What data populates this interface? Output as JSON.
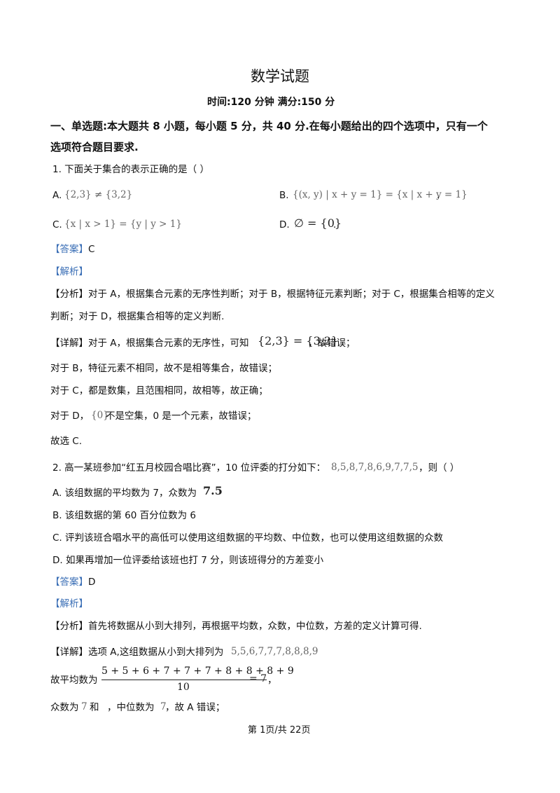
{
  "doc": {
    "title": "数学试题",
    "time_info": "时间:120 分钟  满分:150 分",
    "section1": {
      "line1": "一、单选题:本大题共 8 小题，每小题 5 分，共 40 分.在每小题给出的四个选项中，只有一个",
      "line2": "选项符合题目要求."
    },
    "q1": {
      "stem": "1.  下面关于集合的表示正确的是（      ）",
      "optA_label": "A.",
      "optA_math": "{2,3} ≠ {3,2}",
      "optB_label": "B.",
      "optB_math": "{(x, y) | x + y = 1} = {x | x + y = 1}",
      "optB_end": ".",
      "optC_label": "C.",
      "optC_math": "{x | x > 1} = {y | y > 1}",
      "optD_label": "D.",
      "optD_math": "∅ = {0}",
      "optD_end": ".",
      "answer_tag": "【答案】",
      "answer": "C",
      "analysis_tag": "【解析】",
      "fenxi_tag": "【分析】",
      "fenxi_1": "对于 A，根据集合元素的无序性判断；对于 B，根据特征元素判断；对于 C，根据集合相等的定义",
      "fenxi_2": "判断；对于 D，根据集合相等的定义判断.",
      "xiangjie_tag": "【详解】",
      "xj_a1": "对于 A，根据集合元素的无序性，可知",
      "xj_a_math": "{2,3} = {3,2}",
      "xj_a2": "，故错误；",
      "xj_b": "对于 B，特征元素不相同，故不是相等集合，故错误；",
      "xj_c": "对于 C，都是数集，且范围相同，故相等，故正确；",
      "xj_d1": "对于 D，",
      "xj_d_math": "{0}",
      "xj_d2": "不是空集，0 是一个元素，故错误；",
      "conclusion": "故选 C."
    },
    "q2": {
      "stem1": "2.  高一某班参加“红五月校园合唱比赛”，10 位评委的打分如下：",
      "stem_math": "8,5,8,7,8,6,9,7,7,5",
      "stem2": "，则（      ）",
      "optA_text": "A.  该组数据的平均数为 7，众数为",
      "optA_math": "7.5",
      "optB": "B.  该组数据的第 60 百分位数为 6",
      "optC": "C.  评判该班合唱水平的高低可以使用这组数据的平均数、中位数，也可以使用这组数据的众数",
      "optD": "D.  如果再增加一位评委给该班也打 7 分，则该班得分的方差变小",
      "answer_tag": "【答案】",
      "answer": "D",
      "analysis_tag": "【解析】",
      "fenxi_tag": "【分析】",
      "fenxi": "首先将数据从小到大排列，再根据平均数，众数，中位数，方差的定义计算可得.",
      "xiangjie_tag": "【详解】",
      "xj_1": "选项 A,这组数据从小到大排列为",
      "xj_1_math": "5,5,6,7,7,7,8,8,8,9",
      "xj_2": "故平均数为",
      "frac_num": "5 + 5 + 6 + 7 + 7 + 7 + 8 + 8 + 8 + 9",
      "frac_den": "10",
      "frac_eq": "= 7",
      "frac_end": "，",
      "xj_3a": "众数为",
      "xj_3_m1": "7",
      "xj_3b": "和",
      "xj_3c": "，中位数为",
      "xj_3_m2": "7",
      "xj_3d": "，故 A 错误；"
    },
    "footer": "第 1页/共 22页"
  }
}
